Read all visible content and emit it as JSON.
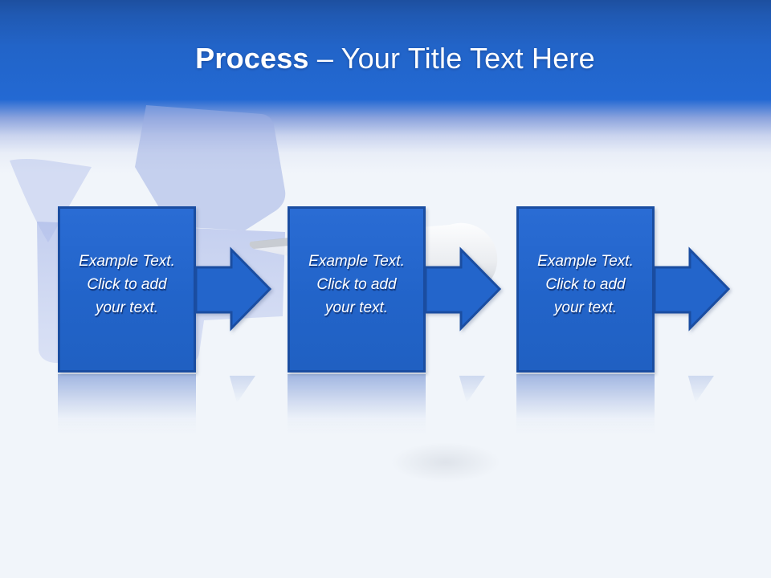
{
  "slide": {
    "header": {
      "title_emphasis": "Process",
      "title_separator": "–",
      "title_rest": "Your Title Text Here"
    },
    "steps": [
      {
        "lines": [
          "Example Text.",
          "Click to add",
          "your text."
        ]
      },
      {
        "lines": [
          "Example Text.",
          "Click to add",
          "your text."
        ]
      },
      {
        "lines": [
          "Example Text.",
          "Click to add",
          "your text."
        ]
      }
    ],
    "icons": {
      "step_connector": "right-block-arrow-icon",
      "background": [
        "open-box-watermark-icon",
        "pen-watermark-icon"
      ]
    },
    "colors": {
      "accent_blue": "#2365cb",
      "accent_border": "#1a4da1",
      "header_top_blue": "#1d4f9f",
      "header_blue": "#2369d3",
      "page_background": "#f1f5fa",
      "title_text": "#ffffff",
      "box_text": "#ffffff",
      "watermark_periwinkle": "#aebdea"
    }
  }
}
